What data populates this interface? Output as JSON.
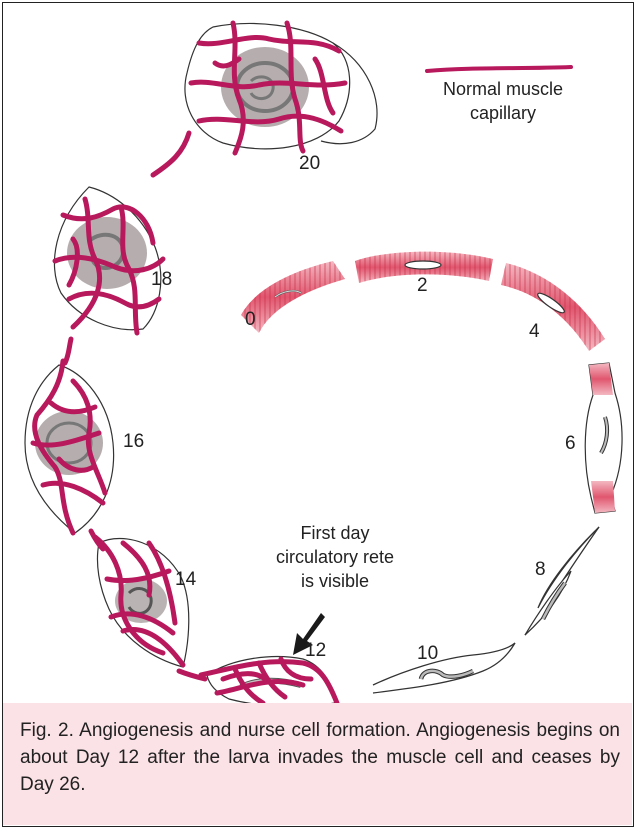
{
  "legend": {
    "line1": "Normal muscle",
    "line2": "capillary",
    "color": "#b8185c"
  },
  "stages": {
    "d0": "0",
    "d2": "2",
    "d4": "4",
    "d6": "6",
    "d8": "8",
    "d10": "10",
    "d12": "12",
    "d14": "14",
    "d16": "16",
    "d18": "18",
    "d20": "20"
  },
  "annotation": {
    "line1": "First day",
    "line2": "circulatory rete",
    "line3": "is visible"
  },
  "caption": {
    "text": "Fig. 2. Angiogenesis and nurse cell formation. Angiogenesis begins on about Day 12 after the larva invades the muscle cell and ceases by Day 26."
  },
  "colors": {
    "muscle_red": "#d63a55",
    "capillary_magenta": "#b8185c",
    "nurse_gray": "#a9a0a0",
    "caption_band": "#fbe2e6"
  }
}
